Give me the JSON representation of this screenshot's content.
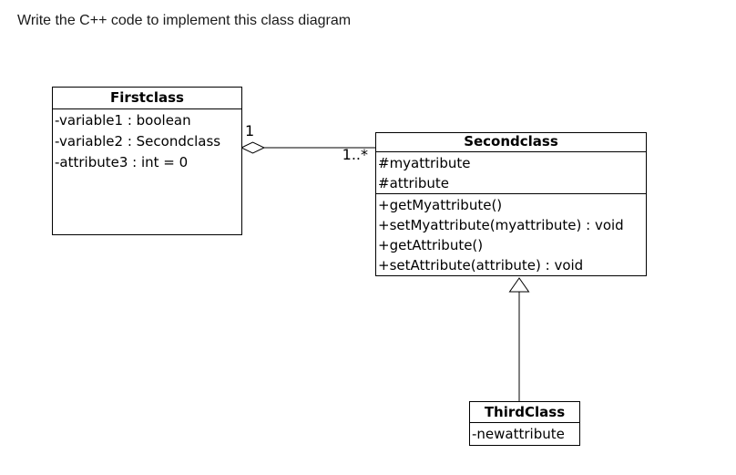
{
  "page": {
    "title": "Write the C++ code to implement this class diagram"
  },
  "diagram": {
    "classes": {
      "firstclass": {
        "name": "Firstclass",
        "attributes": [
          "-variable1 : boolean",
          "-variable2 : Secondclass",
          "-attribute3 : int = 0"
        ]
      },
      "secondclass": {
        "name": "Secondclass",
        "attributes": [
          "#myattribute",
          "#attribute"
        ],
        "methods": [
          "+getMyattribute()",
          "+setMyattribute(myattribute) : void",
          "+getAttribute()",
          "+setAttribute(attribute) : void"
        ]
      },
      "thirdclass": {
        "name": "ThirdClass",
        "attributes": [
          "-newattribute"
        ]
      }
    },
    "relationships": {
      "aggregation": {
        "type": "aggregation",
        "whole": "Firstclass",
        "part": "Secondclass",
        "whole_multiplicity": "1",
        "part_multiplicity": "1..*"
      },
      "generalization": {
        "type": "inheritance",
        "child": "ThirdClass",
        "parent": "Secondclass"
      }
    },
    "colors": {
      "line": "#000000",
      "box_fill": "#ffffff",
      "text": "#000000",
      "background": "#ffffff"
    }
  }
}
